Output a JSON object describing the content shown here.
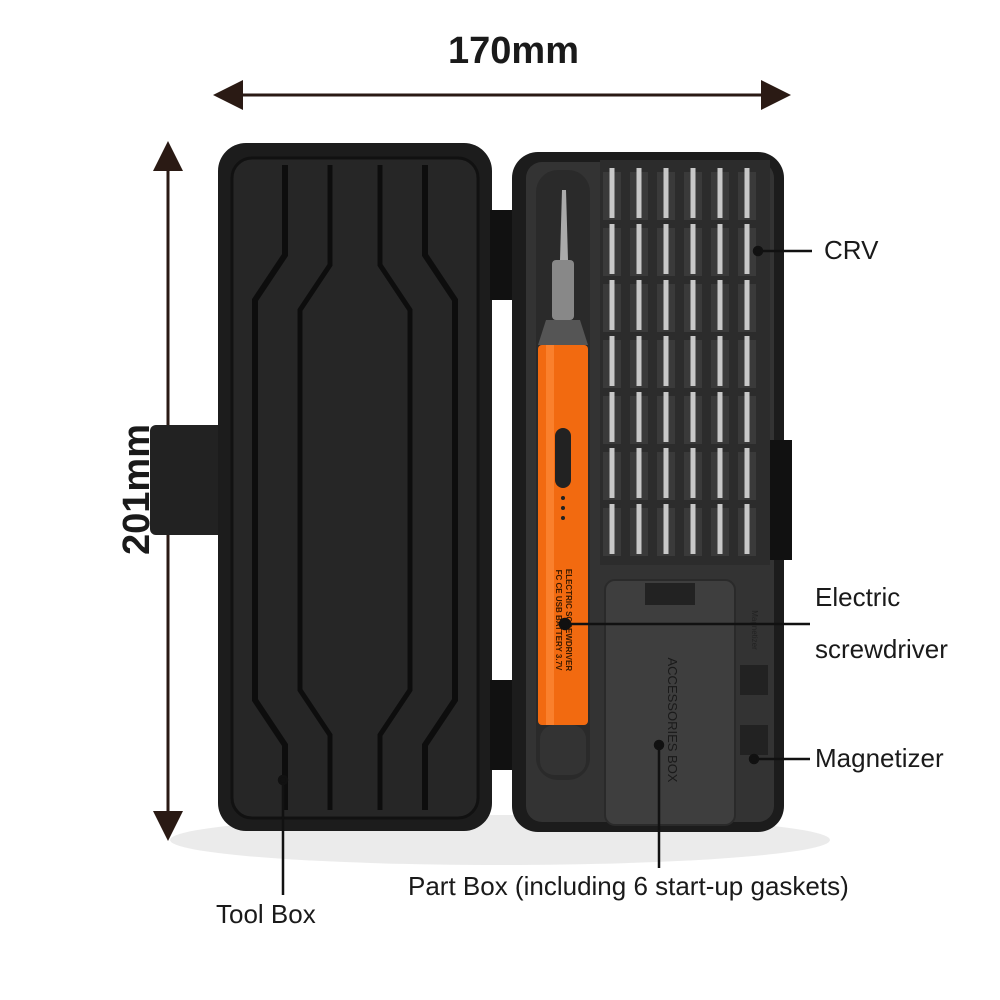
{
  "dimensions": {
    "width_label": "170mm",
    "height_label": "201mm"
  },
  "callouts": {
    "crv": "CRV",
    "electric_line1": "Electric",
    "electric_line2": "screwdriver",
    "magnetizer": "Magnetizer",
    "part_box": "Part Box (including 6 start-up gaskets)",
    "tool_box": "Tool Box"
  },
  "product_print": {
    "screwdriver_line1": "ELECTRIC SCREWDRIVER",
    "screwdriver_line2": "FC CE USB BATTERY 3.7V",
    "accessories_box": "ACCESSORIES BOX",
    "magnetizer_mark": "Magnetizer"
  },
  "colors": {
    "case": "#1e1e1e",
    "tray": "#3a3a3a",
    "handle": "#f26a10",
    "line": "#2a1a14"
  }
}
